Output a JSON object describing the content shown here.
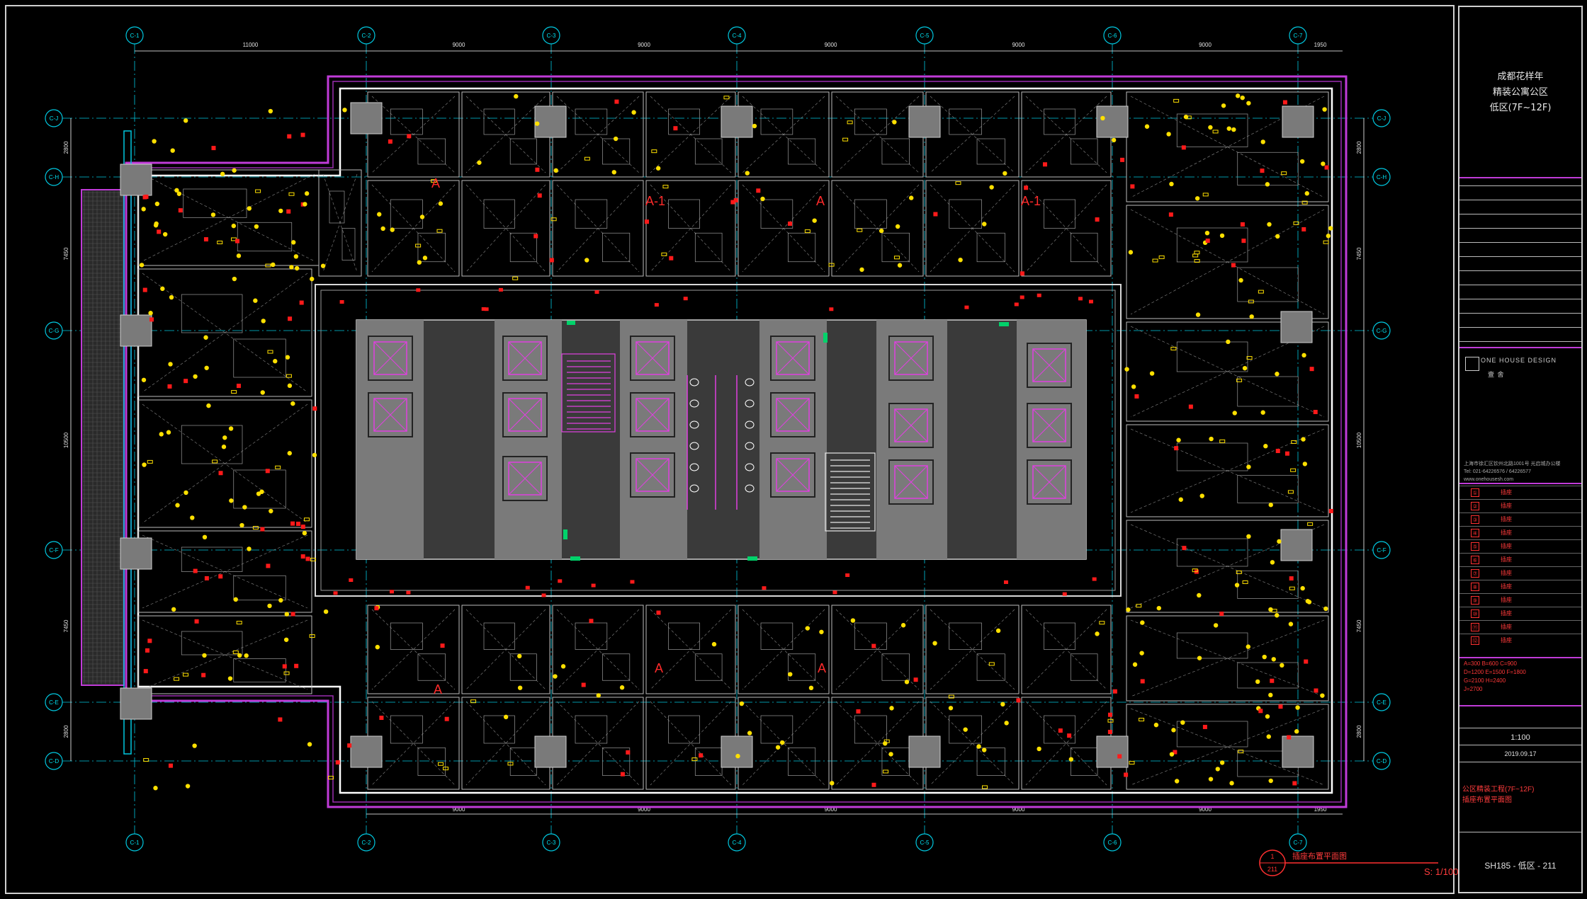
{
  "grid": {
    "columns": [
      "C-1",
      "C-2",
      "C-3",
      "C-4",
      "C-5",
      "C-6",
      "C-7"
    ],
    "rows": [
      "C-J",
      "C-H",
      "C-G",
      "C-F",
      "C-E",
      "C-D"
    ],
    "top_dims": [
      "11000",
      "9000",
      "9000",
      "9000",
      "9000",
      "9000",
      "1950"
    ],
    "bottom_dims": [
      "9000",
      "9000",
      "9000",
      "9000",
      "9000",
      "1950"
    ],
    "left_dims": [
      "2800",
      "7450",
      "10500",
      "7450",
      "2800"
    ],
    "right_dims": [
      "2800",
      "7450",
      "10500",
      "7450",
      "2800"
    ]
  },
  "title_block": {
    "project_line1": "成都花样年",
    "project_line2": "精装公寓公区",
    "project_line3": "低区(7F~12F)",
    "company_name": "ONE HOUSE DESIGN",
    "company_cn": "壹 舍",
    "address": "上海市徐汇区钦州北路1001号 光启城办公楼",
    "phone": "Tel: 021-64226576 / 64226577",
    "website": "www.onehousesh.com",
    "legend": [
      {
        "sym": "①",
        "text": "插座"
      },
      {
        "sym": "②",
        "text": "插座"
      },
      {
        "sym": "③",
        "text": "插座"
      },
      {
        "sym": "④",
        "text": "插座"
      },
      {
        "sym": "⑤",
        "text": "插座"
      },
      {
        "sym": "⑥",
        "text": "插座"
      },
      {
        "sym": "⑦",
        "text": "插座"
      },
      {
        "sym": "⑧",
        "text": "插座"
      },
      {
        "sym": "⑨",
        "text": "插座"
      },
      {
        "sym": "⑩",
        "text": "插座"
      },
      {
        "sym": "⑪",
        "text": "插座"
      },
      {
        "sym": "⑫",
        "text": "插座"
      }
    ],
    "notes": [
      "A=300 B=600 C=900",
      "D=1200 E=1500 F=1800",
      "G=2100 H=2400",
      "J=2700"
    ],
    "scale": "1:100",
    "date": "2019.09.17",
    "sheet_title_line1": "公区精装工程(7F~12F)",
    "sheet_title_line2": "插座布置平面图",
    "sheet_no": "SH185 - 低区 - 211"
  },
  "callout": {
    "number": "1",
    "sheet": "211",
    "title": "插座布置平面图",
    "scale": "S: 1/100"
  },
  "room_tags": [
    "A",
    "A-1",
    "A",
    "A-1",
    "A",
    "A",
    "A"
  ]
}
